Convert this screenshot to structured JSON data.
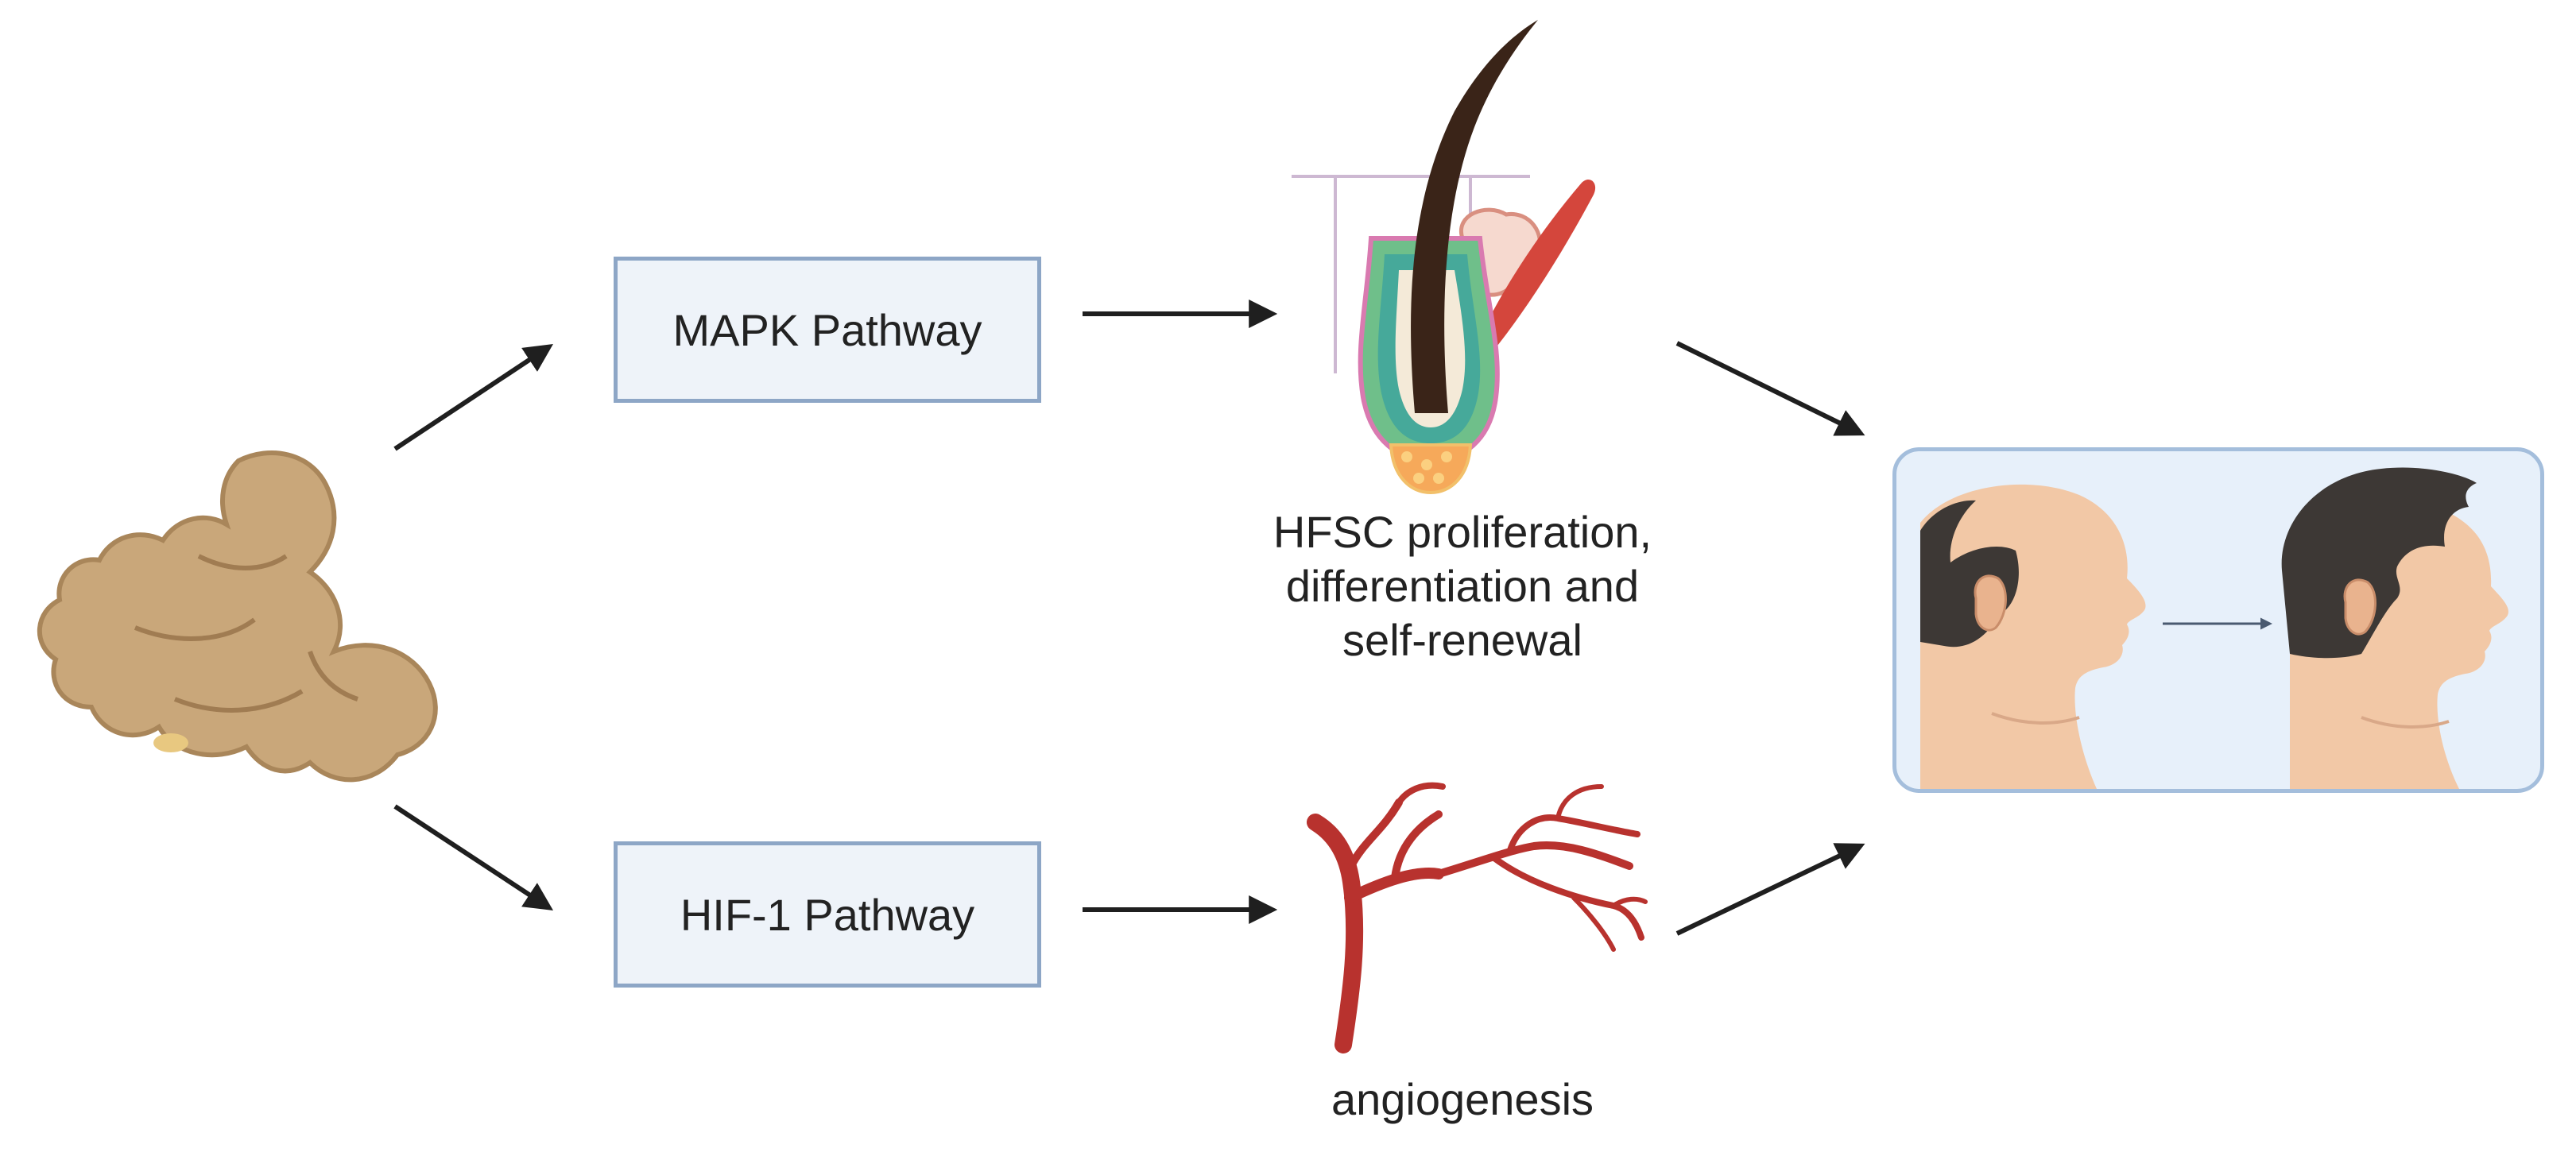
{
  "diagram": {
    "nodes": {
      "mapk": {
        "label": "MAPK Pathway"
      },
      "hif1": {
        "label": "HIF-1 Pathway"
      }
    },
    "captions": {
      "hfsc": [
        "HFSC proliferation,",
        "differentiation and",
        "self-renewal"
      ],
      "angiogenesis": "angiogenesis"
    },
    "colors": {
      "arrow": "#1f1f1f",
      "box_fill": "#eef3f9",
      "box_border": "#8da6c6",
      "panel_fill": "#e7f0fa",
      "panel_border": "#a4bedc",
      "ginger": "#c9a77a",
      "hair": "#3a2418",
      "follicle_teal": "#46a99a",
      "muscle": "#d4463c",
      "vessel": "#b8322e",
      "skin": "#f2c8a6",
      "head_hair": "#3d3835"
    },
    "icons": [
      "ginger-root-icon",
      "hair-follicle-icon",
      "blood-vessel-icon",
      "bald-head-icon",
      "haired-head-icon"
    ]
  }
}
